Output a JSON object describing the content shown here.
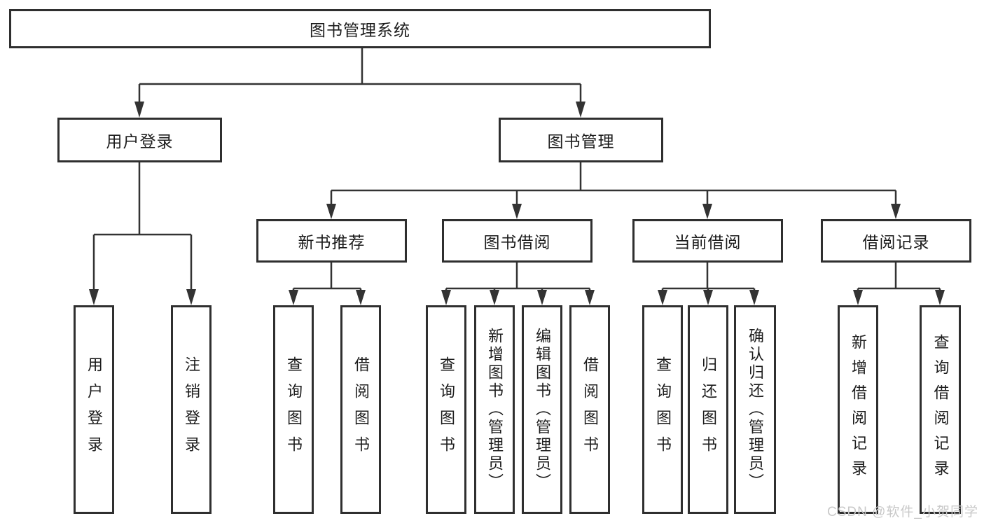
{
  "diagram": {
    "root": {
      "label": "图书管理系统"
    },
    "user_login": {
      "label": "用户登录",
      "children": [
        {
          "label": "用户登录"
        },
        {
          "label": "注销登录"
        }
      ]
    },
    "book_mgmt": {
      "label": "图书管理",
      "modules": [
        {
          "label": "新书推荐",
          "children": [
            {
              "label": "查询图书"
            },
            {
              "label": "借阅图书"
            }
          ]
        },
        {
          "label": "图书借阅",
          "children": [
            {
              "label": "查询图书"
            },
            {
              "label": "新增图书（管理员）"
            },
            {
              "label": "编辑图书（管理员）"
            },
            {
              "label": "借阅图书"
            }
          ]
        },
        {
          "label": "当前借阅",
          "children": [
            {
              "label": "查询图书"
            },
            {
              "label": "归还图书"
            },
            {
              "label": "确认归还（管理员）"
            }
          ]
        },
        {
          "label": "借阅记录",
          "children": [
            {
              "label": "新增借阅记录"
            },
            {
              "label": "查询借阅记录"
            }
          ]
        }
      ]
    }
  },
  "watermark": {
    "text": "CSDN @软件_小贺同学"
  },
  "colors": {
    "line": "#333333",
    "box_border": "#2f2f2f",
    "box_fill": "#ffffff",
    "text": "#1c1c1c",
    "watermark": "#c9c9c9",
    "background": "#ffffff"
  }
}
